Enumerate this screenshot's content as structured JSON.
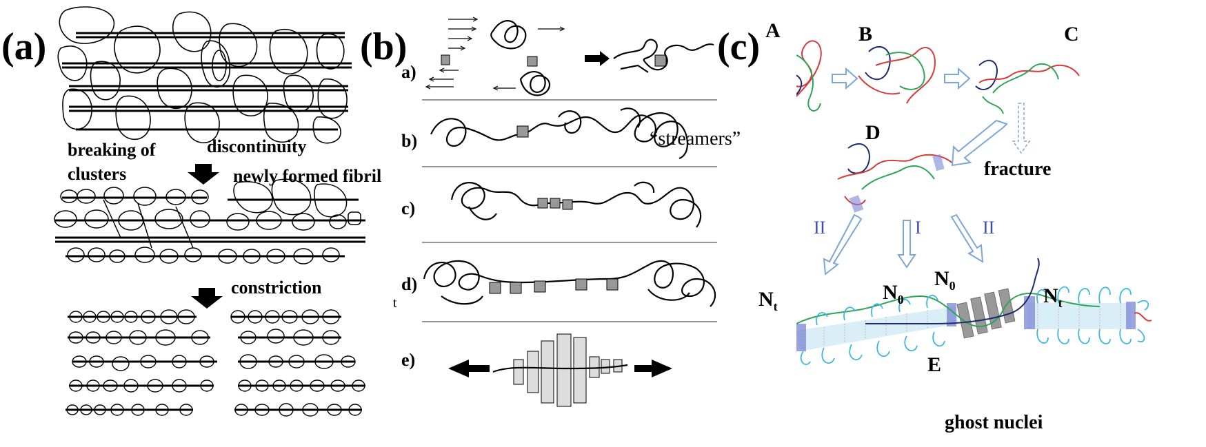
{
  "panel_a": {
    "label": "(a)",
    "breaking": "breaking of\nclusters",
    "breaking_1": "breaking of",
    "breaking_2": "clusters",
    "discontinuity": "discontinuity",
    "newly": "newly formed fibril",
    "constriction": "constriction"
  },
  "panel_b": {
    "label": "(b)",
    "steps": [
      "a)",
      "b)",
      "c)",
      "d)",
      "e)"
    ],
    "streamers": "“streamers”",
    "time_axis": "t"
  },
  "panel_c": {
    "label": "(c)",
    "stages": [
      "A",
      "B",
      "C",
      "D",
      "E"
    ],
    "fracture": "fracture",
    "routes": [
      "II",
      "I",
      "II"
    ],
    "nt": "N",
    "nt_sub": "t",
    "n0": "N",
    "n0_sub": "0",
    "ghost": "ghost nuclei"
  },
  "colors": {
    "ink": "#000000",
    "red": "#d63a3a",
    "green": "#2ea455",
    "navy": "#1e2a6e",
    "cyan": "#3ab8e0",
    "arrow_blue": "#7aa6d8",
    "nucleus": "#7b86d6",
    "roman": "#3b4bb8"
  }
}
